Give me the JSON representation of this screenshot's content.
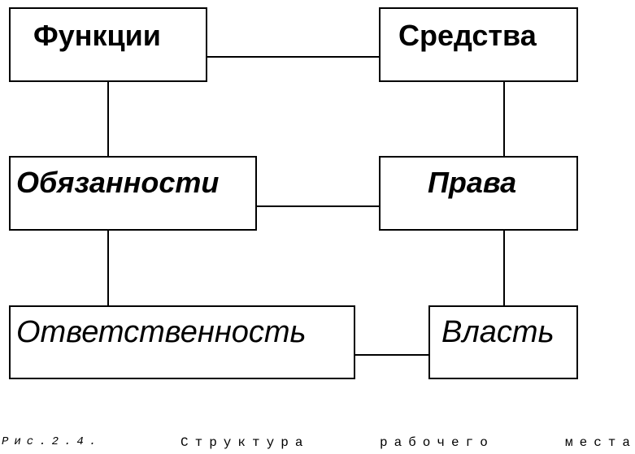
{
  "diagram": {
    "boxes": {
      "functions": "Функции",
      "means": "Средства",
      "duties": "Обязанности",
      "rights": "Права",
      "responsibility": "Ответственность",
      "power": "Власть"
    },
    "connections": [
      [
        "functions",
        "means"
      ],
      [
        "functions",
        "duties"
      ],
      [
        "means",
        "rights"
      ],
      [
        "duties",
        "rights"
      ],
      [
        "duties",
        "responsibility"
      ],
      [
        "rights",
        "power"
      ],
      [
        "responsibility",
        "power"
      ]
    ]
  },
  "caption": {
    "prefix": "Рис.2.4.",
    "words": [
      "Структура",
      "рабочего",
      "места"
    ]
  }
}
